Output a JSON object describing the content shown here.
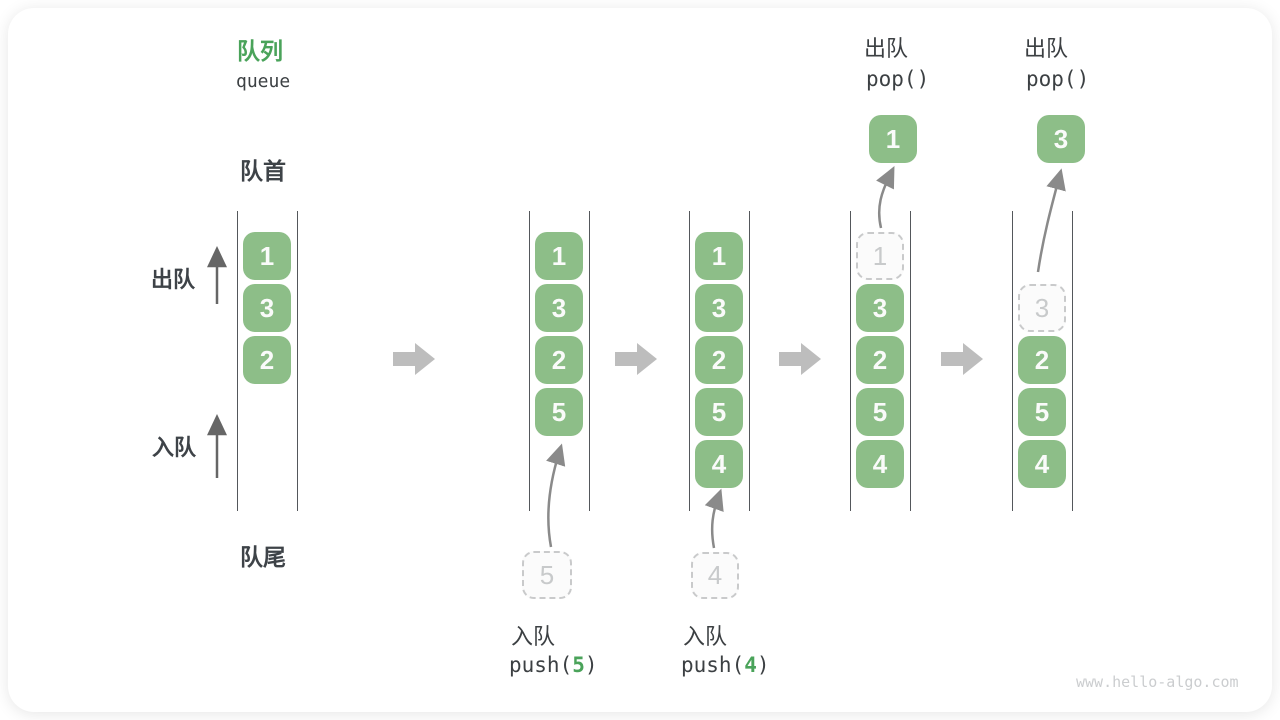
{
  "header": {
    "title": "队列",
    "subtitle": "queue"
  },
  "side_labels": {
    "front": "队首",
    "rear": "队尾",
    "dequeue": "出队",
    "enqueue": "入队"
  },
  "states": [
    {
      "boxes": [
        "1",
        "3",
        "2"
      ]
    },
    {
      "boxes": [
        "1",
        "3",
        "2",
        "5"
      ],
      "staged": "5"
    },
    {
      "boxes": [
        "1",
        "3",
        "2",
        "5",
        "4"
      ],
      "staged": "4"
    },
    {
      "ghost": "1",
      "boxes": [
        "3",
        "2",
        "5",
        "4"
      ],
      "popped": "1"
    },
    {
      "ghost": "3",
      "boxes": [
        "2",
        "5",
        "4"
      ],
      "popped": "3"
    }
  ],
  "operations": {
    "push5": {
      "label": "入队",
      "fn_open": "push(",
      "arg": "5",
      "fn_close": ")"
    },
    "push4": {
      "label": "入队",
      "fn_open": "push(",
      "arg": "4",
      "fn_close": ")"
    },
    "pop1": {
      "label": "出队",
      "call": "pop()"
    },
    "pop2": {
      "label": "出队",
      "call": "pop()"
    }
  },
  "colors": {
    "box_green": "#8DBE88",
    "accent_green": "#4AA35A",
    "text_dark": "#3E4348",
    "container_line": "#54575b",
    "block_arrow_gray": "#BDBDBD",
    "curve_arrow_gray": "#8A8A8A",
    "ghost_gray": "#C8CACB"
  },
  "watermark": "www.hello-algo.com"
}
